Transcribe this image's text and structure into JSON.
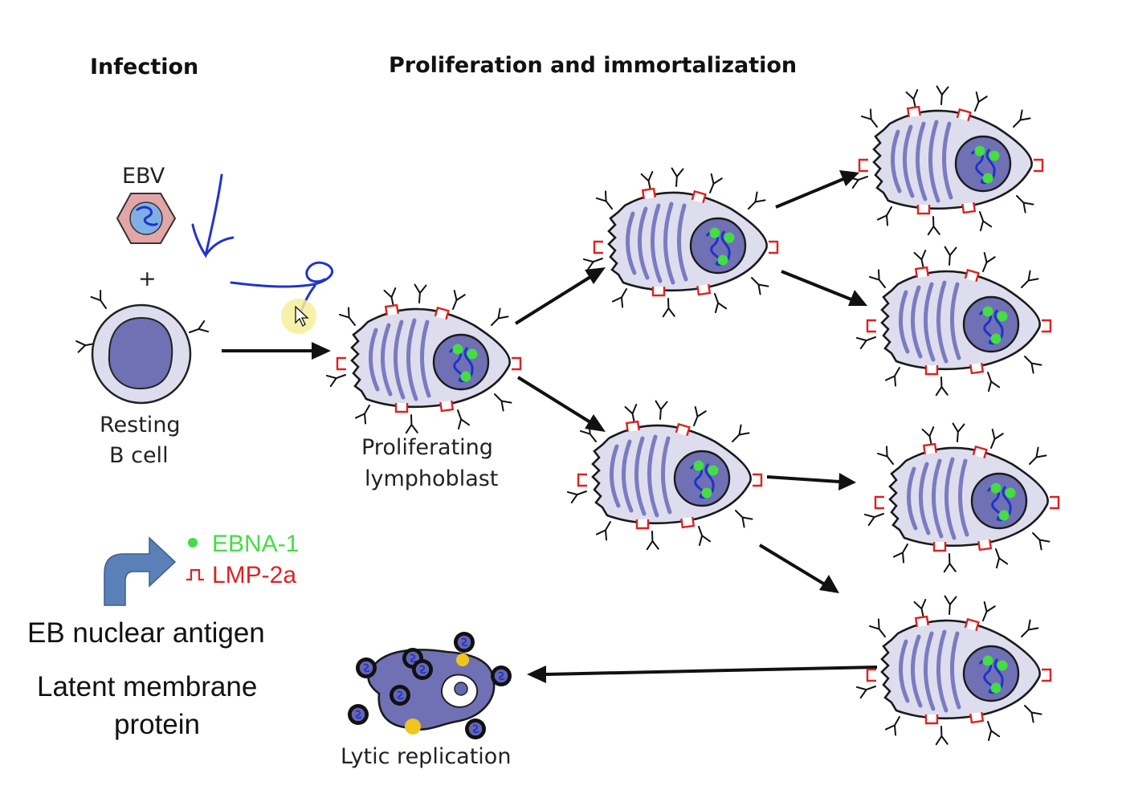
{
  "headers": {
    "infection": "Infection",
    "proliferation": "Proliferation and immortalization"
  },
  "labels": {
    "ebv": "EBV",
    "plus": "+",
    "resting_line1": "Resting",
    "resting_line2": "B cell",
    "lymphoblast_line1": "Proliferating",
    "lymphoblast_line2": "lymphoblast",
    "lytic": "Lytic replication"
  },
  "legend": {
    "ebna_label": "EBNA-1",
    "lmp_label": "LMP-2a",
    "ebna_color": "#44dd44",
    "lmp_color": "#dd2222"
  },
  "annotations": {
    "ebna_full": "EB nuclear antigen",
    "lmp_full_line1": "Latent membrane",
    "lmp_full_line2": "protein"
  },
  "colors": {
    "cell_body": "#ddddee",
    "nucleus": "#7070b4",
    "striations": "#7b7bc2",
    "pen_ink": "#2233cc",
    "big_arrow": "#5b80b8",
    "cursor_highlight": "#f4ef9a"
  }
}
